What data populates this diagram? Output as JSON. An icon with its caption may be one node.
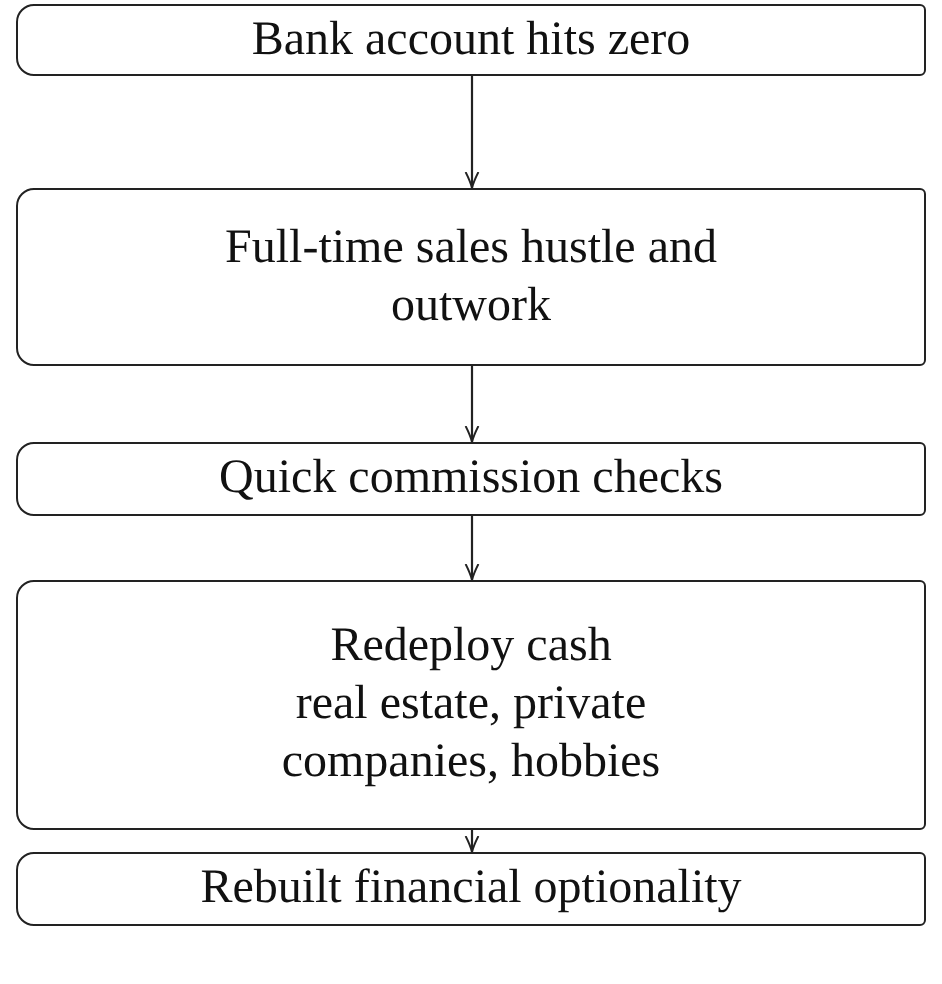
{
  "diagram": {
    "nodes": [
      {
        "text": [
          "Bank account hits zero"
        ]
      },
      {
        "text": [
          "Full-time sales hustle and outwork"
        ]
      },
      {
        "text": [
          "Quick commission checks"
        ]
      },
      {
        "text": [
          "Redeploy cash",
          "real estate, private companies, hobbies"
        ]
      },
      {
        "text": [
          "Rebuilt financial optionality"
        ]
      }
    ],
    "edges": [
      {
        "from": 0,
        "to": 1,
        "arrow": "to"
      },
      {
        "from": 1,
        "to": 2,
        "arrow": "to"
      },
      {
        "from": 2,
        "to": 3,
        "arrow": "to"
      },
      {
        "from": 3,
        "to": 4,
        "arrow": "to"
      }
    ]
  }
}
